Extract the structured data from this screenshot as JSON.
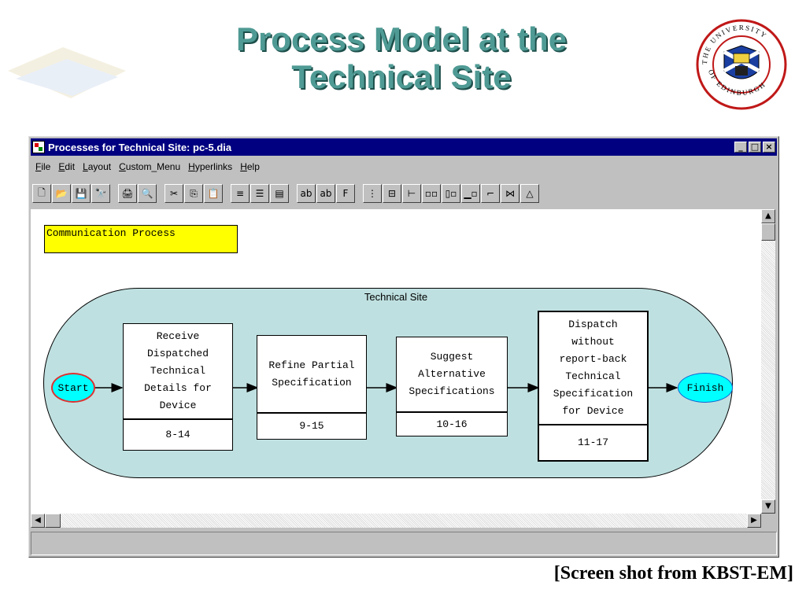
{
  "slide": {
    "title_line1": "Process Model at the",
    "title_line2": "Technical Site",
    "caption": "[Screen shot from KBST-EM]",
    "logo_text": "THE UNIVERSITY OF EDINBURGH"
  },
  "window": {
    "title": "Processes for Technical Site: pc-5.dia",
    "controls": [
      "_",
      "□",
      "×"
    ]
  },
  "menu": [
    "File",
    "Edit",
    "Layout",
    "Custom_Menu",
    "Hyperlinks",
    "Help"
  ],
  "toolbar": {
    "groups": [
      [
        "new-icon",
        "open-icon",
        "save-icon",
        "find-icon"
      ],
      [
        "print-icon",
        "print-preview-icon"
      ],
      [
        "cut-icon",
        "copy-icon",
        "paste-icon"
      ],
      [
        "align-left-icon",
        "align-center-icon",
        "align-right-icon"
      ],
      [
        "text-box-icon",
        "label-icon",
        "font-icon"
      ],
      [
        "layout-vertical-icon",
        "layout-split-icon",
        "layout-tree-icon",
        "layout-row-icon",
        "layout-row-alt-icon",
        "layout-bottom-icon",
        "connector-icon",
        "hierarchy-icon",
        "network-icon"
      ]
    ],
    "glyphs": {
      "new-icon": "🗋",
      "open-icon": "📂",
      "save-icon": "💾",
      "find-icon": "🔭",
      "print-icon": "🖨",
      "print-preview-icon": "🔍",
      "cut-icon": "✂",
      "copy-icon": "⎘",
      "paste-icon": "📋",
      "align-left-icon": "≡",
      "align-center-icon": "☰",
      "align-right-icon": "▤",
      "text-box-icon": "ab",
      "label-icon": "ab",
      "font-icon": "F",
      "layout-vertical-icon": "⋮",
      "layout-split-icon": "⊟",
      "layout-tree-icon": "⊢",
      "layout-row-icon": "▫▫",
      "layout-row-alt-icon": "▯▫",
      "layout-bottom-icon": "▁▫",
      "connector-icon": "⌐",
      "hierarchy-icon": "⋈",
      "network-icon": "△"
    }
  },
  "diagram": {
    "note": "Communication Process",
    "container": "Technical Site",
    "start": "Start",
    "finish": "Finish",
    "processes": [
      {
        "lines": [
          "Receive",
          "Dispatched",
          "Technical",
          "Details for",
          "Device"
        ],
        "code": "8-14"
      },
      {
        "lines": [
          "Refine Partial",
          "Specification"
        ],
        "code": "9-15"
      },
      {
        "lines": [
          "Suggest",
          "Alternative",
          "Specifications"
        ],
        "code": "10-16"
      },
      {
        "lines": [
          "Dispatch",
          "without",
          "report-back",
          "Technical",
          "Specification",
          "for Device"
        ],
        "code": "11-17"
      }
    ]
  },
  "scroll": {
    "up": "▲",
    "down": "▼",
    "left": "◀",
    "right": "▶"
  }
}
